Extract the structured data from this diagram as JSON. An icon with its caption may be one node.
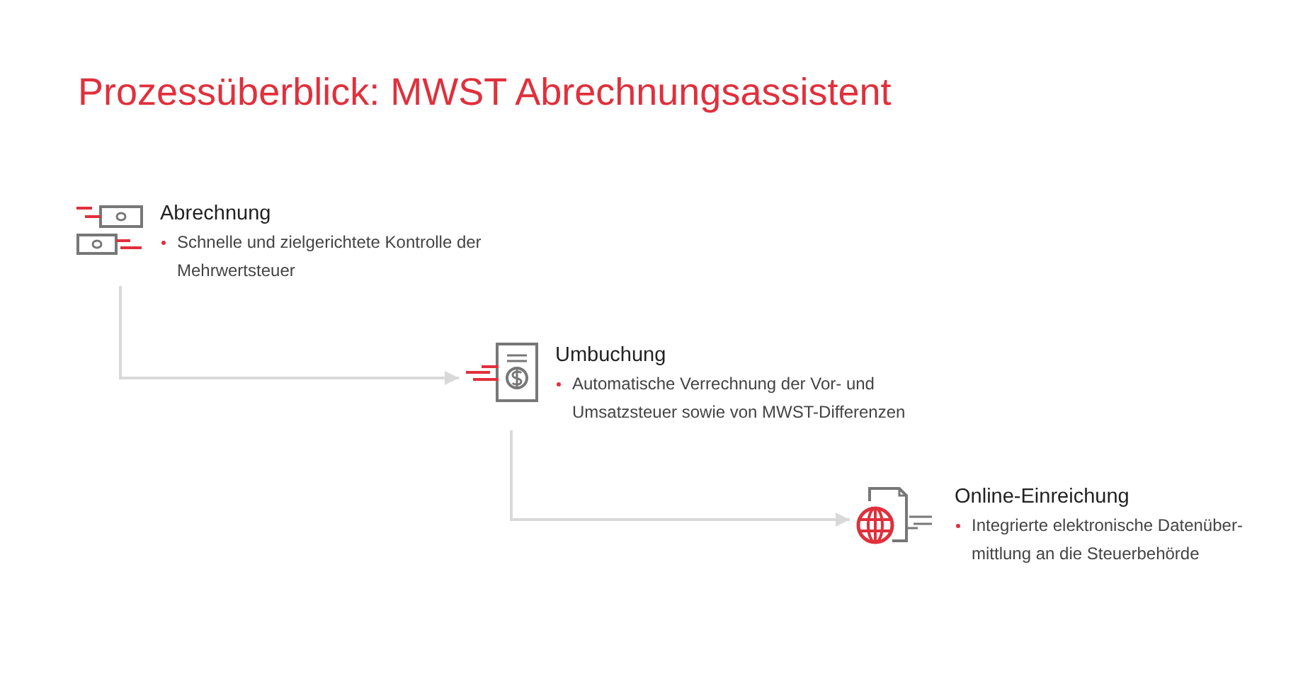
{
  "diagram": {
    "title": "Prozessüberblick: MWST Abrechnungsassistent",
    "nodes": [
      {
        "text": [
          "Abrechnung",
          "Schnelle und zielgerichtete Kontrolle der Mehrwertsteuer"
        ]
      },
      {
        "text": [
          "Umbuchung",
          "Automatische Verrechnung der Vor- und Umsatzsteuer sowie von MWST-Differenzen"
        ]
      },
      {
        "text": [
          "Online-Einreichung",
          "Integrierte elektronische Datenüber- mittlung an die Steuerbehörde"
        ]
      }
    ],
    "edges": [
      {
        "from": 0,
        "to": 1,
        "arrow": "to",
        "color": "#d9d9d9"
      },
      {
        "from": 1,
        "to": 2,
        "arrow": "to",
        "color": "#d9d9d9"
      }
    ]
  }
}
